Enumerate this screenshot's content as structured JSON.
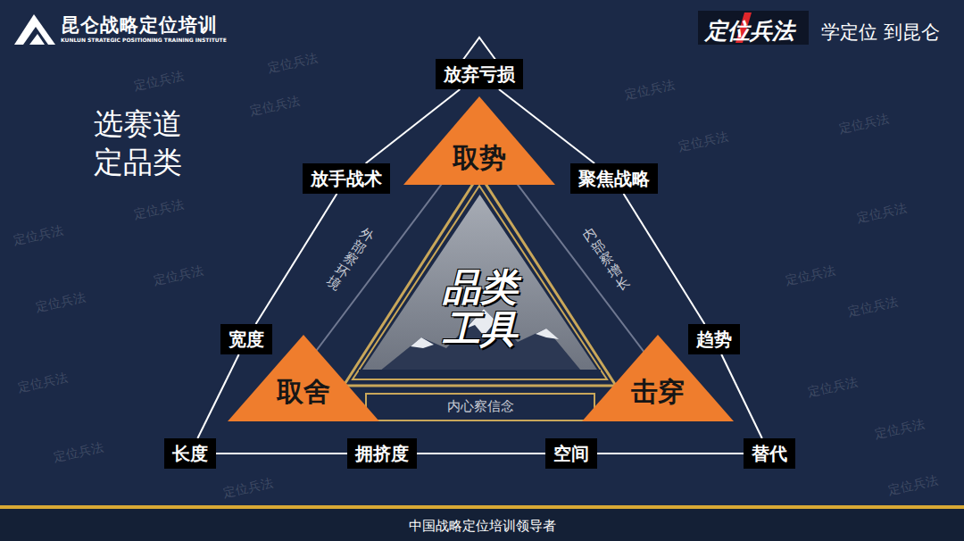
{
  "diagram": {
    "title": "选赛道 定品类",
    "caption": "中国战略定位培训领导者",
    "nodes": [
      {
        "text": [
          "放弃亏损"
        ]
      },
      {
        "text": [
          "取势"
        ]
      },
      {
        "text": [
          "放手战术"
        ]
      },
      {
        "text": [
          "聚焦战略"
        ]
      },
      {
        "text": [
          "品类 工具"
        ]
      },
      {
        "text": [
          "宽度"
        ]
      },
      {
        "text": [
          "趋势"
        ]
      },
      {
        "text": [
          "取舍"
        ]
      },
      {
        "text": [
          "击穿"
        ]
      },
      {
        "text": [
          "长度"
        ]
      },
      {
        "text": [
          "拥挤度"
        ]
      },
      {
        "text": [
          "空间"
        ]
      },
      {
        "text": [
          "替代"
        ]
      }
    ],
    "edges": [
      {
        "from": 0,
        "to": 2,
        "arrow": "none"
      },
      {
        "from": 2,
        "to": 5,
        "arrow": "none"
      },
      {
        "from": 5,
        "to": 9,
        "arrow": "none"
      },
      {
        "from": 0,
        "to": 3,
        "arrow": "none"
      },
      {
        "from": 3,
        "to": 6,
        "arrow": "none"
      },
      {
        "from": 6,
        "to": 12,
        "arrow": "none"
      },
      {
        "from": 9,
        "to": 10,
        "arrow": "none"
      },
      {
        "from": 10,
        "to": 11,
        "arrow": "none"
      },
      {
        "from": 11,
        "to": 12,
        "arrow": "none"
      }
    ],
    "labels": [
      "昆仑战略定位培训",
      "KUNLUN STRATEGIC POSITIONING TRAINING INSTITUTE",
      "定位兵法",
      "学定位 到昆仑",
      "外部察环境",
      "内部察增长",
      "内心察信念",
      "定位兵法",
      "定位兵法",
      "定位兵法",
      "定位兵法",
      "定位兵法",
      "定位兵法",
      "定位兵法",
      "定位兵法",
      "定位兵法",
      "定位兵法",
      "定位兵法",
      "定位兵法",
      "定位兵法",
      "定位兵法",
      "定位兵法",
      "定位兵法",
      "定位兵法",
      "定位兵法",
      "定位兵法"
    ]
  }
}
